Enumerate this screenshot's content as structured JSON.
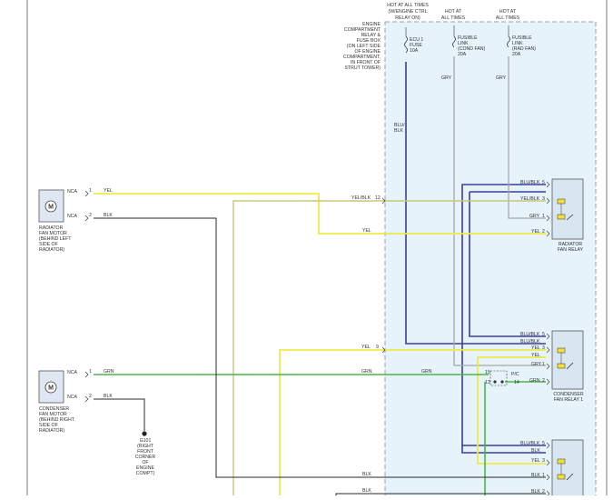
{
  "header_labels": {
    "hot_always_ecu": [
      "HOT AT ALL TIMES",
      "(W/ENGINE CTRL",
      "RELAY ON)"
    ],
    "hot_always_mid": [
      "HOT AT",
      "ALL TIMES"
    ],
    "hot_always_right": [
      "HOT AT",
      "ALL TIMES"
    ]
  },
  "fuse_box_label": [
    "ENGINE",
    "COMPARTMENT",
    "RELAY &",
    "FUSE BOX",
    "(ON LEFT SIDE",
    "OF ENGINE",
    "COMPARTMENT,",
    "IN FRONT OF",
    "STRUT TOWER)"
  ],
  "fuses": {
    "ecu": [
      "ECU 1",
      "FUSE",
      "10A"
    ],
    "cond_fan": [
      "FUSIBLE",
      "LINK",
      "(COND FAN)",
      "20A"
    ],
    "rad_fan": [
      "FUSIBLE",
      "LINK",
      "(RAD FAN)",
      "20A"
    ]
  },
  "motors": {
    "radiator": {
      "symbol": "M",
      "desc": [
        "RADIATOR",
        "FAN MOTOR",
        "(BEHIND LEFT",
        "SIDE OF",
        "RADIATOR)"
      ],
      "pins": [
        {
          "nca": "NCA",
          "num": "1",
          "wire": "YEL"
        },
        {
          "nca": "NCA",
          "num": "2",
          "wire": "BLK"
        }
      ]
    },
    "condenser": {
      "symbol": "M",
      "desc": [
        "CONDENSER",
        "FAN MOTOR",
        "(BEHIND RIGHT",
        "SIDE OF",
        "RADIATOR)"
      ],
      "pins": [
        {
          "nca": "NCA",
          "num": "1",
          "wire": "GRN"
        },
        {
          "nca": "NCA",
          "num": "2",
          "wire": "BLK"
        }
      ]
    }
  },
  "ground": {
    "id": "G101",
    "desc": [
      "(RIGHT",
      "FRONT",
      "CORNER",
      "OF",
      "ENGINE",
      "COMPT)"
    ]
  },
  "wire_labels": {
    "blu_blk_vertical": [
      "BLU/",
      "BLK"
    ],
    "gry_mid": "GRY",
    "gry_right": "GRY",
    "yel_blk_12": {
      "text": "YEL/BLK",
      "pin": "12"
    },
    "yel_rad": "YEL",
    "yel_9": {
      "text": "YEL",
      "pin": "9"
    },
    "grn_left": "GRN",
    "grn_right": "GRN",
    "blk_bottom_1": "BLK",
    "blk_bottom_2": "BLK",
    "conn_15": "15",
    "conn_pc": "P/C",
    "conn_13": "13",
    "conn_14": "14"
  },
  "relays": {
    "radiator": {
      "name": [
        "RADIATOR",
        "FAN RELAY"
      ],
      "pins": [
        {
          "wire": "BLU/BLK",
          "num": "5"
        },
        {
          "wire": "YEL/BLK",
          "num": "3"
        },
        {
          "wire": "GRY",
          "num": "1"
        },
        {
          "wire": "YEL",
          "num": "2"
        }
      ]
    },
    "condenser1": {
      "name": [
        "CONDENSER",
        "FAN RELAY 1"
      ],
      "pins": [
        {
          "wire": "BLU/BLK",
          "num": "5"
        },
        {
          "wire": "BLU/BLK",
          "num": ""
        },
        {
          "wire": "YEL",
          "num": "3"
        },
        {
          "wire": "YEL",
          "num": ""
        },
        {
          "wire": "GRY",
          "num": "1"
        },
        {
          "wire": "GRN",
          "num": "2"
        }
      ]
    },
    "condenser2": {
      "pins": [
        {
          "wire": "BLU/BLK",
          "num": "5"
        },
        {
          "wire": "BLK",
          "num": ""
        },
        {
          "wire": "YEL",
          "num": "3"
        },
        {
          "wire": "BLK",
          "num": "1"
        },
        {
          "wire": "BLK",
          "num": "2"
        }
      ]
    }
  },
  "colors": {
    "box_fill": "#e6f3fb",
    "box_border": "#8fa3b5",
    "blu_blk": "#3b3f9c",
    "yel": "#efe94a",
    "yel_blk": "#c9c778",
    "grn": "#4fb34a",
    "gry": "#a8a8a8",
    "blk": "#2a2a2a"
  }
}
